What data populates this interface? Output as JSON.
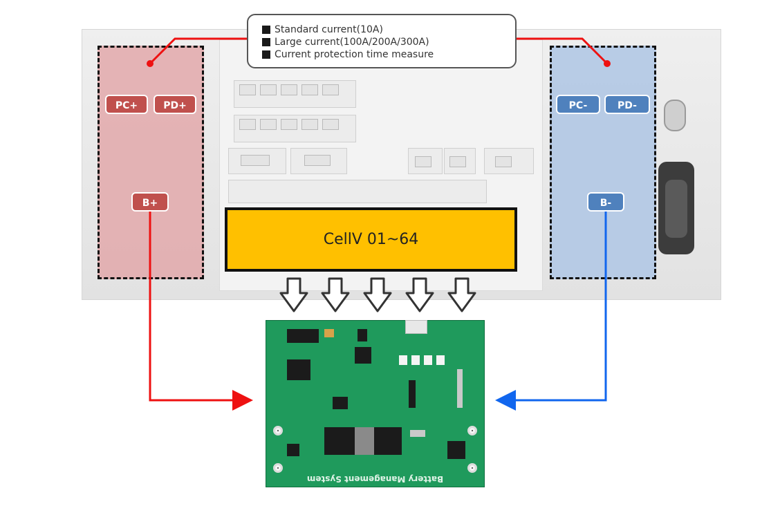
{
  "legend": {
    "items": [
      "Standard current(10A)",
      "Large current(100A/200A/300A)",
      "Current protection time measure"
    ]
  },
  "terminals": {
    "pc_plus": "PC+",
    "pd_plus": "PD+",
    "b_plus": "B+",
    "pc_minus": "PC-",
    "pd_minus": "PD-",
    "b_minus": "B-"
  },
  "cell_block": {
    "label": "CellV 01~64"
  },
  "pcb": {
    "label": "Battery Management System"
  },
  "colors": {
    "positive_wire": "#ee1111",
    "negative_wire": "#1166ee",
    "positive_zone": "#e2a6a8",
    "negative_zone": "#b1c8e4",
    "terminal_red": "#c0504d",
    "terminal_blue": "#4f81bd",
    "cell_fill": "#ffc000",
    "pcb_green": "#1f9a5c"
  },
  "arrows": {
    "count": 5,
    "icon": "down-arrow-icon"
  }
}
